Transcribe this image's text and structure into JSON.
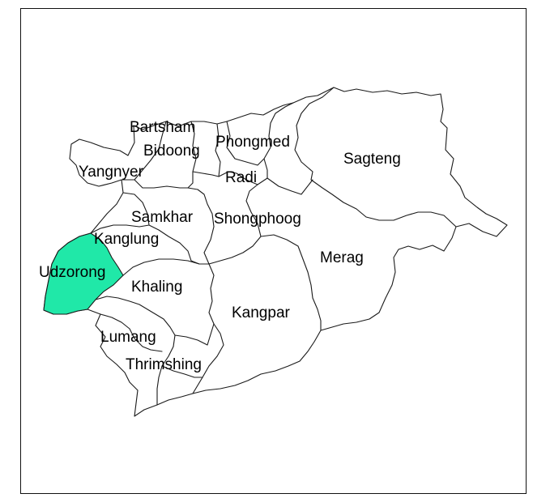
{
  "colors": {
    "highlight": "#20E8A8",
    "border": "#1a1a1a",
    "background": "#ffffff"
  },
  "map": {
    "highlighted_region": "Udzorong",
    "labels": {
      "bartsham": "Bartsham",
      "bidoong": "Bidoong",
      "phongmed": "Phongmed",
      "sagteng": "Sagteng",
      "yangnyer": "Yangnyer",
      "radi": "Radi",
      "samkhar": "Samkhar",
      "shongphoog": "Shongphoog",
      "kanglung": "Kanglung",
      "merag": "Merag",
      "udzorong": "Udzorong",
      "khaling": "Khaling",
      "kangpar": "Kangpar",
      "lumang": "Lumang",
      "thrimshing": "Thrimshing"
    }
  }
}
